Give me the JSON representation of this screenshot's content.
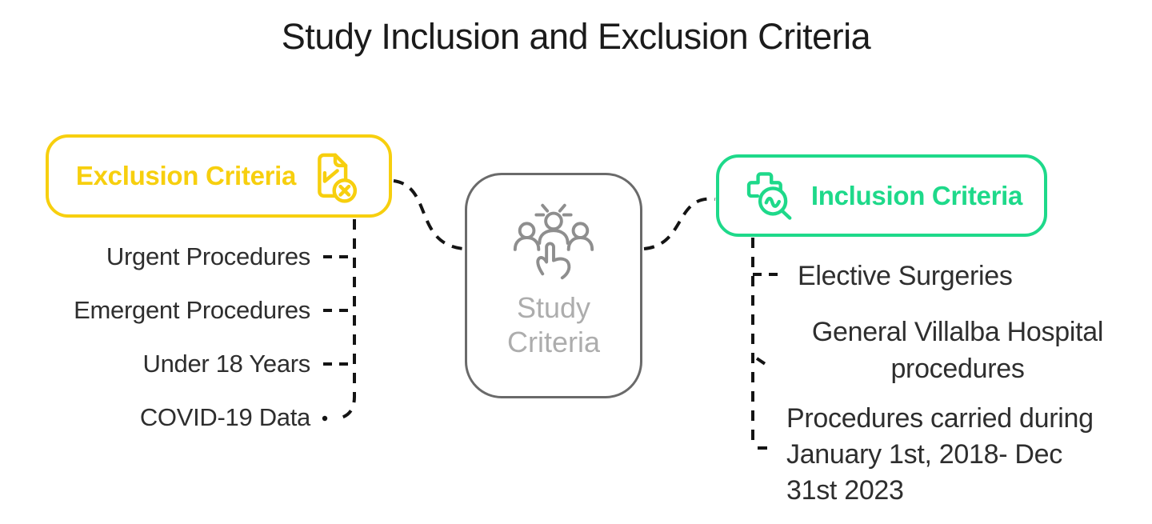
{
  "title": "Study Inclusion and Exclusion Criteria",
  "colors": {
    "background": "#FFFFFF",
    "titleColor": "#1B1B1B",
    "text": "#2E2E2E",
    "connector": "#141414",
    "exclusion": "#F7CF0E",
    "inclusion": "#1ED98A",
    "centerBorder": "#6A6A6A",
    "centerText": "#ADADAD",
    "iconGray": "#8E8E8E"
  },
  "exclusion": {
    "label": "Exclusion Criteria",
    "icon": "document-x-icon",
    "items": [
      "Urgent Procedures",
      "Emergent Procedures",
      "Under 18 Years",
      "COVID-19 Data"
    ]
  },
  "center": {
    "icon": "people-selection-icon",
    "lines": [
      "Study",
      "Criteria"
    ]
  },
  "inclusion": {
    "label": "Inclusion Criteria",
    "icon": "medical-search-icon",
    "items": [
      {
        "lines": [
          "Elective Surgeries",
          "",
          ""
        ]
      },
      {
        "lines": [
          "General Villalba Hospital",
          "procedures",
          ""
        ]
      },
      {
        "lines": [
          "Procedures carried during",
          "January 1st, 2018- Dec",
          "31st 2023"
        ]
      }
    ]
  }
}
